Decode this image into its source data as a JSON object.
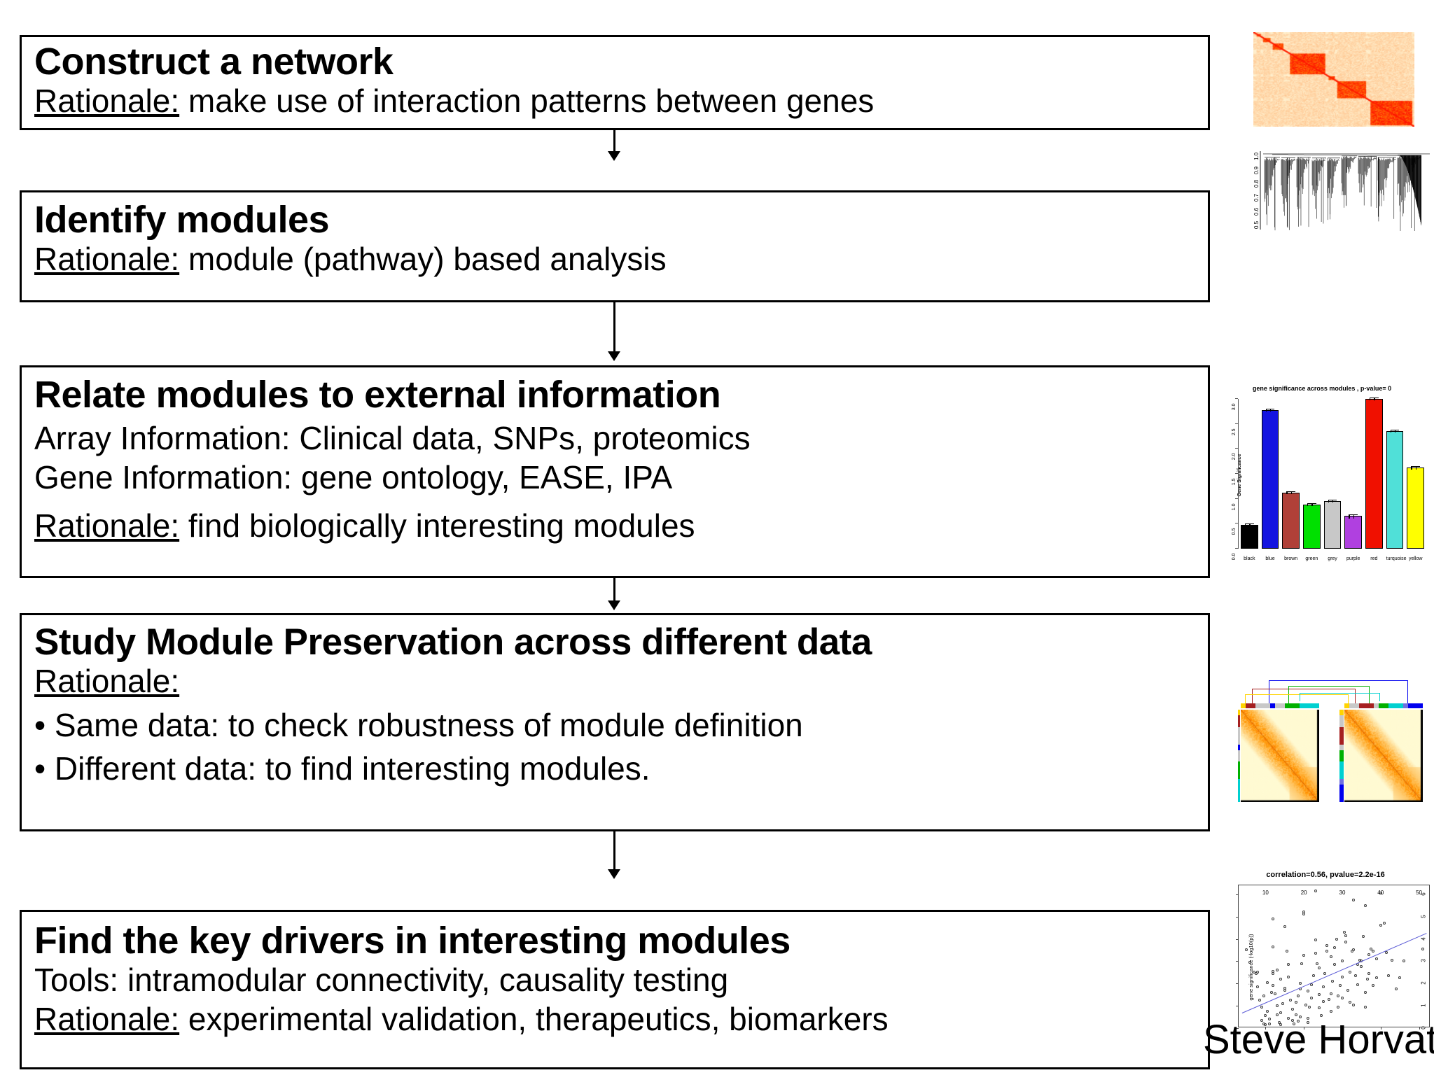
{
  "slide": {
    "signature": "Steve Horvath"
  },
  "steps": [
    {
      "id": "construct-network",
      "title": "Construct a network",
      "lines": [
        {
          "label": "Rationale:",
          "text": " make use of interaction patterns between genes"
        }
      ]
    },
    {
      "id": "identify-modules",
      "title": "Identify modules",
      "lines": [
        {
          "label": "Rationale:",
          "text": " module (pathway) based analysis"
        }
      ]
    },
    {
      "id": "relate-modules",
      "title": "Relate modules to external information",
      "lines": [
        {
          "label": "",
          "text": "Array Information: Clinical data, SNPs, proteomics"
        },
        {
          "label": "",
          "text": "Gene Information: gene ontology, EASE, IPA"
        },
        {
          "label": "Rationale:",
          "text": " find biologically interesting modules"
        }
      ]
    },
    {
      "id": "module-preservation",
      "title": "Study Module Preservation across different data",
      "lines": [
        {
          "label": "Rationale:",
          "text": ""
        }
      ],
      "bullets": [
        "• Same data: to check robustness of module definition",
        "• Different data: to find interesting modules."
      ]
    },
    {
      "id": "key-drivers",
      "title": "Find the key drivers in interesting modules",
      "lines": [
        {
          "label": "",
          "text": "Tools: intramodular connectivity, causality testing"
        },
        {
          "label": "Rationale:",
          "text": " experimental validation, therapeutics, biomarkers"
        }
      ]
    }
  ],
  "thumbnails": {
    "tom_heatmap": {
      "name": "topological-overlap-matrix-heatmap",
      "colors": {
        "background": "#fffce0",
        "hot": "#ff1a00",
        "warm": "#ffa000",
        "mid": "#ffd24d"
      }
    },
    "dendrogram": {
      "name": "gene-clustering-dendrogram",
      "ylabel": "",
      "yticks": [
        "0.5",
        "0.6",
        "0.7",
        "0.8",
        "0.9",
        "1.0"
      ],
      "ylim": [
        0.45,
        1.02
      ]
    },
    "barplot": {
      "name": "gene-significance-barplot",
      "title": "gene significance across modules , p-value= 0",
      "ylabel": "Gene Significance",
      "yticks": [
        "0.0",
        "0.5",
        "1.0",
        "1.5",
        "2.0",
        "2.5",
        "3.0"
      ],
      "ylim": [
        0,
        3.0
      ]
    },
    "preservation": {
      "name": "module-preservation-heatmap-pair",
      "link_colors": [
        "#0000ee",
        "#a52020",
        "#00b000",
        "#ffd400",
        "#00d0d0"
      ]
    },
    "scatter": {
      "name": "gene-significance-connectivity-scatterplot",
      "title": "correlation=0.56, pvalue=2.2e-16",
      "ylabel": "gene significance (-log10(p))",
      "xticks": [
        "10",
        "20",
        "30",
        "40",
        "50"
      ],
      "yticks": [
        "0",
        "1",
        "2",
        "3",
        "4",
        "5",
        "6"
      ],
      "xlim": [
        3,
        53
      ],
      "ylim": [
        0,
        6.4
      ]
    }
  },
  "chart_data": [
    {
      "type": "bar",
      "name": "gene-significance-across-modules",
      "title": "gene significance across modules , p-value= 0",
      "xlabel": "",
      "ylabel": "Gene Significance",
      "ylim": [
        0,
        3.0
      ],
      "categories": [
        "black",
        "blue",
        "brown",
        "green",
        "grey",
        "purple",
        "red",
        "turquoise",
        "yellow"
      ],
      "values": [
        0.47,
        2.78,
        1.12,
        0.88,
        0.95,
        0.66,
        3.0,
        2.36,
        1.62
      ],
      "errors": [
        0.07,
        0.07,
        0.06,
        0.06,
        0.05,
        0.09,
        0.06,
        0.06,
        0.07
      ],
      "bar_colors": [
        "#000000",
        "#1414e0",
        "#b04038",
        "#00e000",
        "#c8c8c8",
        "#b040e0",
        "#f01000",
        "#50e0d8",
        "#ffff00"
      ],
      "grid": false,
      "legend": "none"
    },
    {
      "type": "scatter",
      "name": "gene-significance-vs-connectivity",
      "title": "correlation=0.56, pvalue=2.2e-16",
      "xlabel": "",
      "ylabel": "gene significance (-log10(p))",
      "xlim": [
        3,
        53
      ],
      "ylim": [
        0,
        6.4
      ],
      "xticks": [
        10,
        20,
        30,
        40,
        50
      ],
      "yticks": [
        0,
        1,
        2,
        3,
        4,
        5,
        6
      ],
      "correlation": 0.56,
      "pvalue": "2.2e-16",
      "fit_line": {
        "x0": 4,
        "y0": 0.68,
        "x1": 52,
        "y1": 4.25,
        "color": "#5a5ad6"
      },
      "points": [
        [
          5,
          3.5
        ],
        [
          6,
          2.95
        ],
        [
          7,
          2.5
        ],
        [
          7.5,
          2.45
        ],
        [
          8,
          2.5
        ],
        [
          8,
          1.85
        ],
        [
          8.5,
          1.25
        ],
        [
          9,
          0.95
        ],
        [
          9,
          0.35
        ],
        [
          9.5,
          0.2
        ],
        [
          10,
          0.15
        ],
        [
          10,
          0.55
        ],
        [
          10.5,
          0.75
        ],
        [
          11,
          0.4
        ],
        [
          11,
          0.2
        ],
        [
          11.5,
          1.6
        ],
        [
          12,
          4.9
        ],
        [
          12,
          3.65
        ],
        [
          12,
          2.55
        ],
        [
          12,
          2.45
        ],
        [
          12.5,
          1.55
        ],
        [
          13,
          1.0
        ],
        [
          13,
          0.6
        ],
        [
          13.5,
          0.25
        ],
        [
          14,
          0.15
        ],
        [
          14,
          0.7
        ],
        [
          14.5,
          1.1
        ],
        [
          15,
          1.7
        ],
        [
          15,
          1.8
        ],
        [
          15,
          4.55
        ],
        [
          15.5,
          3.45
        ],
        [
          16,
          2.85
        ],
        [
          16,
          2.3
        ],
        [
          16.5,
          1.25
        ],
        [
          17,
          0.85
        ],
        [
          17,
          0.35
        ],
        [
          17.5,
          0.2
        ],
        [
          18,
          0.6
        ],
        [
          18,
          1.15
        ],
        [
          18.5,
          1.45
        ],
        [
          19,
          1.75
        ],
        [
          19,
          2.0
        ],
        [
          19.5,
          2.9
        ],
        [
          20,
          3.25
        ],
        [
          20,
          5.2
        ],
        [
          20,
          5.1
        ],
        [
          20.5,
          1.05
        ],
        [
          21,
          0.45
        ],
        [
          21,
          0.25
        ],
        [
          21.5,
          0.95
        ],
        [
          22,
          1.35
        ],
        [
          22,
          1.95
        ],
        [
          22.5,
          2.35
        ],
        [
          23,
          3.35
        ],
        [
          23,
          3.95
        ],
        [
          23,
          6.15
        ],
        [
          23.5,
          2.9
        ],
        [
          24,
          1.5
        ],
        [
          24,
          0.9
        ],
        [
          24.5,
          0.55
        ],
        [
          25,
          1.2
        ],
        [
          25,
          1.85
        ],
        [
          25.5,
          2.45
        ],
        [
          26,
          3.45
        ],
        [
          26,
          3.7
        ],
        [
          26.5,
          1.3
        ],
        [
          27,
          0.75
        ],
        [
          27,
          1.55
        ],
        [
          27.5,
          2.1
        ],
        [
          28,
          2.85
        ],
        [
          28,
          3.6
        ],
        [
          28.5,
          4.0
        ],
        [
          29,
          1.45
        ],
        [
          29,
          0.95
        ],
        [
          29.5,
          1.9
        ],
        [
          30,
          2.3
        ],
        [
          30,
          3.0
        ],
        [
          30.5,
          4.3
        ],
        [
          31,
          4.15
        ],
        [
          31,
          3.85
        ],
        [
          31.5,
          1.7
        ],
        [
          32,
          1.15
        ],
        [
          32,
          2.5
        ],
        [
          32.5,
          3.45
        ],
        [
          33,
          3.5
        ],
        [
          33,
          5.75
        ],
        [
          33.5,
          2.35
        ],
        [
          34,
          1.95
        ],
        [
          34,
          2.85
        ],
        [
          34.5,
          3.05
        ],
        [
          35,
          3.0
        ],
        [
          35,
          2.75
        ],
        [
          35.5,
          4.1
        ],
        [
          36,
          5.5
        ],
        [
          36,
          1.6
        ],
        [
          36.5,
          2.2
        ],
        [
          37,
          2.45
        ],
        [
          37,
          3.3
        ],
        [
          37.5,
          3.55
        ],
        [
          38,
          3.45
        ],
        [
          38,
          1.9
        ],
        [
          39,
          2.25
        ],
        [
          39,
          3.1
        ],
        [
          40,
          6.05
        ],
        [
          40,
          4.6
        ],
        [
          41,
          4.7
        ],
        [
          41.5,
          3.4
        ],
        [
          42,
          2.35
        ],
        [
          43,
          3.05
        ],
        [
          44,
          1.75
        ],
        [
          45,
          2.25
        ],
        [
          46,
          3.0
        ],
        [
          51,
          3.55
        ],
        [
          12,
          1.9
        ],
        [
          13,
          2.6
        ],
        [
          14,
          2.2
        ],
        [
          10.5,
          2.05
        ],
        [
          9.5,
          1.45
        ],
        [
          16,
          0.45
        ],
        [
          18.5,
          0.3
        ],
        [
          21,
          1.65
        ],
        [
          24,
          2.7
        ],
        [
          27,
          3.2
        ],
        [
          30,
          1.35
        ],
        [
          33,
          1.05
        ],
        [
          36,
          0.95
        ],
        [
          19,
          0.5
        ]
      ]
    }
  ]
}
